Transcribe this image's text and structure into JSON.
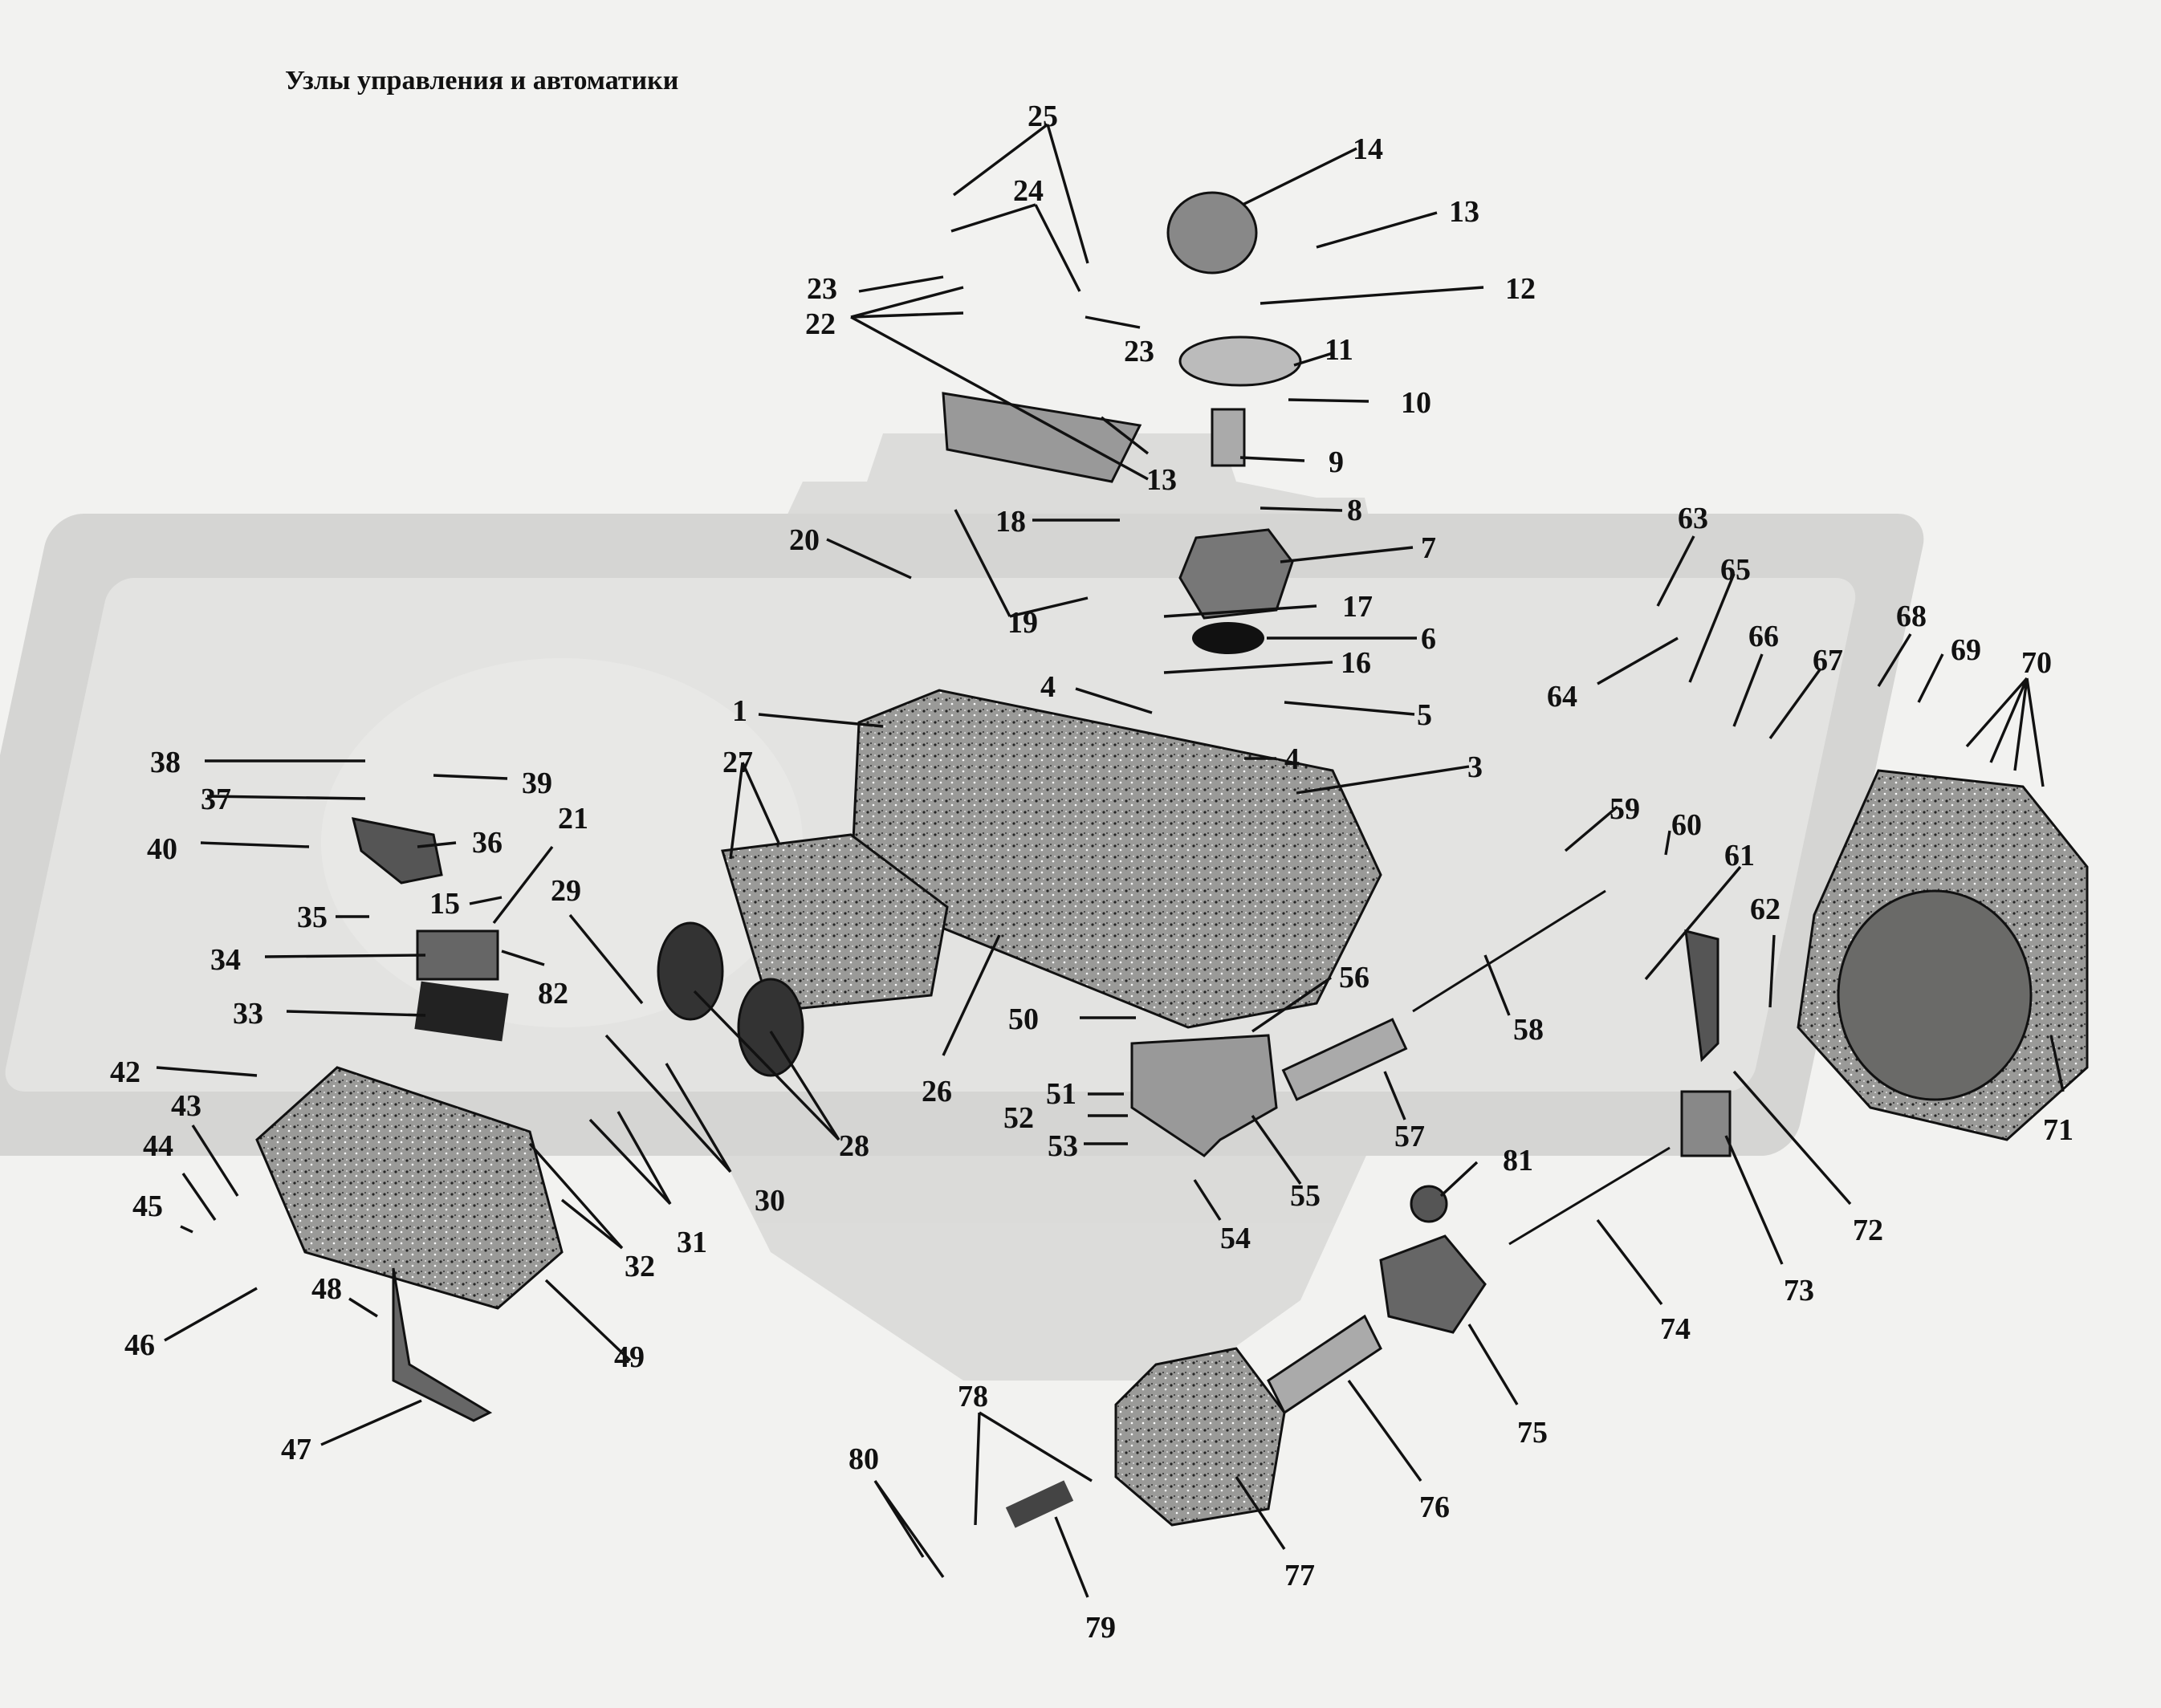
{
  "title": "Узлы управления и автоматики",
  "colors": {
    "background": "#f2f2f0",
    "ink": "#111111",
    "watermark": "#d4d4d2",
    "part_fill": "#8a8a88"
  },
  "callouts": [
    {
      "id": "c1",
      "text": "1"
    },
    {
      "id": "c3",
      "text": "3"
    },
    {
      "id": "c4a",
      "text": "4"
    },
    {
      "id": "c4b",
      "text": "4"
    },
    {
      "id": "c5",
      "text": "5"
    },
    {
      "id": "c6",
      "text": "6"
    },
    {
      "id": "c7",
      "text": "7"
    },
    {
      "id": "c8",
      "text": "8"
    },
    {
      "id": "c9",
      "text": "9"
    },
    {
      "id": "c10",
      "text": "10"
    },
    {
      "id": "c11",
      "text": "11"
    },
    {
      "id": "c12",
      "text": "12"
    },
    {
      "id": "c13a",
      "text": "13"
    },
    {
      "id": "c13b",
      "text": "13"
    },
    {
      "id": "c14",
      "text": "14"
    },
    {
      "id": "c15",
      "text": "15"
    },
    {
      "id": "c16",
      "text": "16"
    },
    {
      "id": "c17",
      "text": "17"
    },
    {
      "id": "c18",
      "text": "18"
    },
    {
      "id": "c19",
      "text": "19"
    },
    {
      "id": "c20",
      "text": "20"
    },
    {
      "id": "c21",
      "text": "21"
    },
    {
      "id": "c22",
      "text": "22"
    },
    {
      "id": "c23a",
      "text": "23"
    },
    {
      "id": "c23b",
      "text": "23"
    },
    {
      "id": "c24",
      "text": "24"
    },
    {
      "id": "c25",
      "text": "25"
    },
    {
      "id": "c26",
      "text": "26"
    },
    {
      "id": "c27",
      "text": "27"
    },
    {
      "id": "c28",
      "text": "28"
    },
    {
      "id": "c29",
      "text": "29"
    },
    {
      "id": "c30",
      "text": "30"
    },
    {
      "id": "c31",
      "text": "31"
    },
    {
      "id": "c32",
      "text": "32"
    },
    {
      "id": "c33",
      "text": "33"
    },
    {
      "id": "c34",
      "text": "34"
    },
    {
      "id": "c35",
      "text": "35"
    },
    {
      "id": "c36",
      "text": "36"
    },
    {
      "id": "c37",
      "text": "37"
    },
    {
      "id": "c38",
      "text": "38"
    },
    {
      "id": "c39",
      "text": "39"
    },
    {
      "id": "c40",
      "text": "40"
    },
    {
      "id": "c42",
      "text": "42"
    },
    {
      "id": "c43",
      "text": "43"
    },
    {
      "id": "c44",
      "text": "44"
    },
    {
      "id": "c45",
      "text": "45"
    },
    {
      "id": "c46",
      "text": "46"
    },
    {
      "id": "c47",
      "text": "47"
    },
    {
      "id": "c48",
      "text": "48"
    },
    {
      "id": "c49",
      "text": "49"
    },
    {
      "id": "c50",
      "text": "50"
    },
    {
      "id": "c51",
      "text": "51"
    },
    {
      "id": "c52",
      "text": "52"
    },
    {
      "id": "c53",
      "text": "53"
    },
    {
      "id": "c54",
      "text": "54"
    },
    {
      "id": "c55",
      "text": "55"
    },
    {
      "id": "c56",
      "text": "56"
    },
    {
      "id": "c57",
      "text": "57"
    },
    {
      "id": "c58",
      "text": "58"
    },
    {
      "id": "c59",
      "text": "59"
    },
    {
      "id": "c60",
      "text": "60"
    },
    {
      "id": "c61",
      "text": "61"
    },
    {
      "id": "c62",
      "text": "62"
    },
    {
      "id": "c63",
      "text": "63"
    },
    {
      "id": "c64",
      "text": "64"
    },
    {
      "id": "c65",
      "text": "65"
    },
    {
      "id": "c66",
      "text": "66"
    },
    {
      "id": "c67",
      "text": "67"
    },
    {
      "id": "c68",
      "text": "68"
    },
    {
      "id": "c69",
      "text": "69"
    },
    {
      "id": "c70",
      "text": "70"
    },
    {
      "id": "c71",
      "text": "71"
    },
    {
      "id": "c72",
      "text": "72"
    },
    {
      "id": "c73",
      "text": "73"
    },
    {
      "id": "c74",
      "text": "74"
    },
    {
      "id": "c75",
      "text": "75"
    },
    {
      "id": "c76",
      "text": "76"
    },
    {
      "id": "c77",
      "text": "77"
    },
    {
      "id": "c78",
      "text": "78"
    },
    {
      "id": "c79",
      "text": "79"
    },
    {
      "id": "c80",
      "text": "80"
    },
    {
      "id": "c81",
      "text": "81"
    },
    {
      "id": "c82",
      "text": "82"
    }
  ]
}
